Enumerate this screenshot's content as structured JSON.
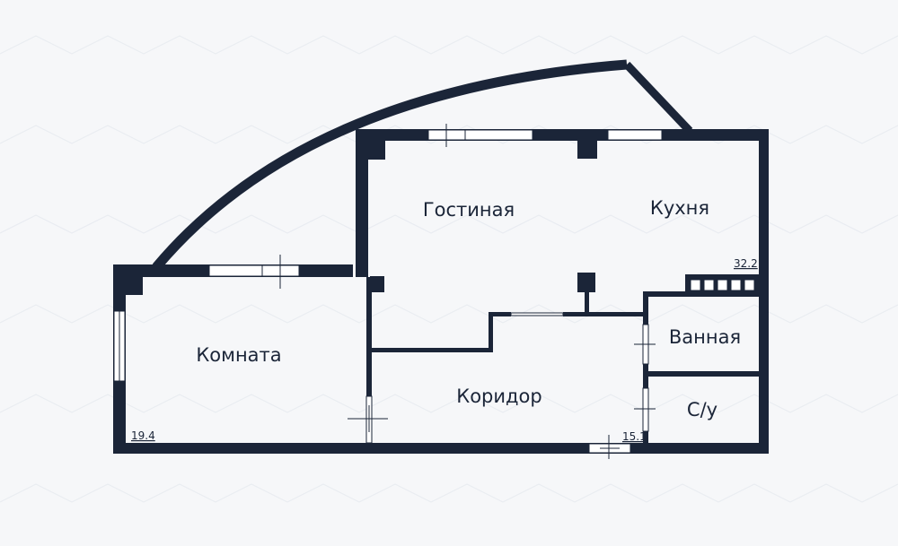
{
  "rooms": {
    "living": "Гостиная",
    "kitchen": "Кухня",
    "bedroom": "Комната",
    "corridor": "Коридор",
    "bathroom": "Ванная",
    "wc": "С/у"
  },
  "areas": {
    "living_kitchen": "32.2",
    "bedroom": "19.4",
    "corridor": "15.1"
  }
}
